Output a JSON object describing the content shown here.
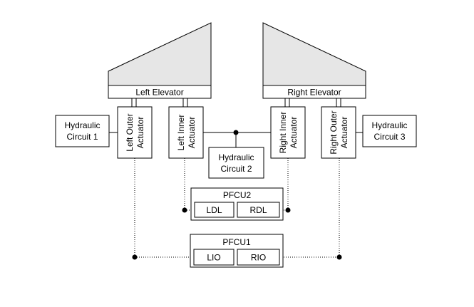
{
  "elevators": {
    "left": {
      "label": "Left Elevator"
    },
    "right": {
      "label": "Right Elevator"
    }
  },
  "actuators": {
    "left_outer": {
      "line1": "Left Outer",
      "line2": "Actuator"
    },
    "left_inner": {
      "line1": "Left Inner",
      "line2": "Actuator"
    },
    "right_inner": {
      "line1": "Right Inner",
      "line2": "Actuator"
    },
    "right_outer": {
      "line1": "Right Outer",
      "line2": "Actuator"
    }
  },
  "hydraulic_circuits": {
    "c1": {
      "line1": "Hydraulic",
      "line2": "Circuit 1"
    },
    "c2": {
      "line1": "Hydraulic",
      "line2": "Circuit 2"
    },
    "c3": {
      "line1": "Hydraulic",
      "line2": "Circuit 3"
    }
  },
  "pfcu2": {
    "label": "PFCU2",
    "left": "LDL",
    "right": "RDL"
  },
  "pfcu1": {
    "label": "PFCU1",
    "left": "LIO",
    "right": "RIO"
  },
  "colors": {
    "wing_fill": "#e6e6e6",
    "line": "#000000",
    "background": "#ffffff"
  }
}
